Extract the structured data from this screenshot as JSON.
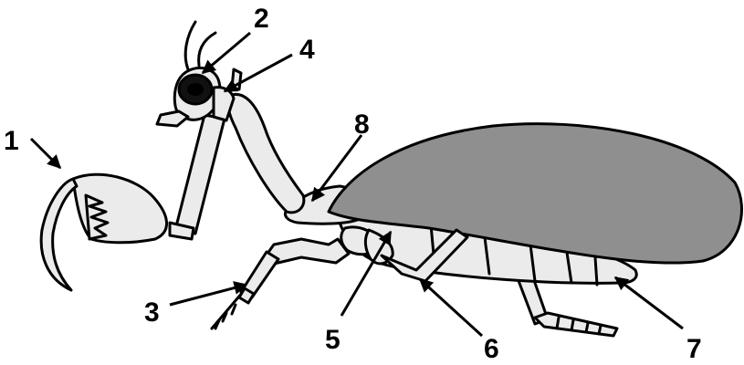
{
  "colors": {
    "outline": "#000000",
    "body_fill": "#ebebeb",
    "wing_fill": "#8f8f8f",
    "eye_fill": "#111111",
    "background": "#ffffff"
  },
  "labels": {
    "label_1": "1",
    "label_2": "2",
    "label_3": "3",
    "label_4": "4",
    "label_5": "5",
    "label_6": "6",
    "label_7": "7",
    "label_8": "8"
  }
}
